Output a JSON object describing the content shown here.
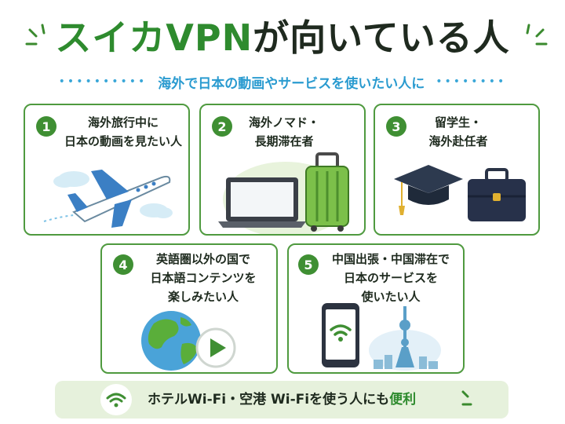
{
  "title": {
    "brand": "スイカVPN",
    "rest": "が向いている人"
  },
  "subtitle": "海外で日本の動画やサービスを使いたい人に",
  "cards": [
    {
      "num": "1",
      "lines": [
        "海外旅行中に",
        "日本の動画を見たい人"
      ]
    },
    {
      "num": "2",
      "lines": [
        "海外ノマド・",
        "長期滞在者"
      ]
    },
    {
      "num": "3",
      "lines": [
        "留学生・",
        "海外赴任者"
      ]
    },
    {
      "num": "4",
      "lines": [
        "英語圏以外の国で",
        "日本語コンテンツを",
        "楽しみたい人"
      ]
    },
    {
      "num": "5",
      "lines": [
        "中国出張・中国滞在で",
        "日本のサービスを",
        "使いたい人"
      ]
    }
  ],
  "bottom": {
    "text": "ホテルWi-Fi・空港 Wi-Fiを使う人にも",
    "highlight": "便利"
  },
  "colors": {
    "brand_green": "#2e8b2e",
    "subtitle_blue": "#2a9bd0",
    "card_border": "#4f9a3f",
    "bottom_bg": "#e6f1dc"
  },
  "icons": [
    "airplane-icon",
    "laptop-icon",
    "suitcase-icon",
    "graduation-cap-icon",
    "briefcase-icon",
    "globe-icon",
    "play-icon",
    "smartphone-icon",
    "wifi-icon",
    "tower-icon"
  ]
}
